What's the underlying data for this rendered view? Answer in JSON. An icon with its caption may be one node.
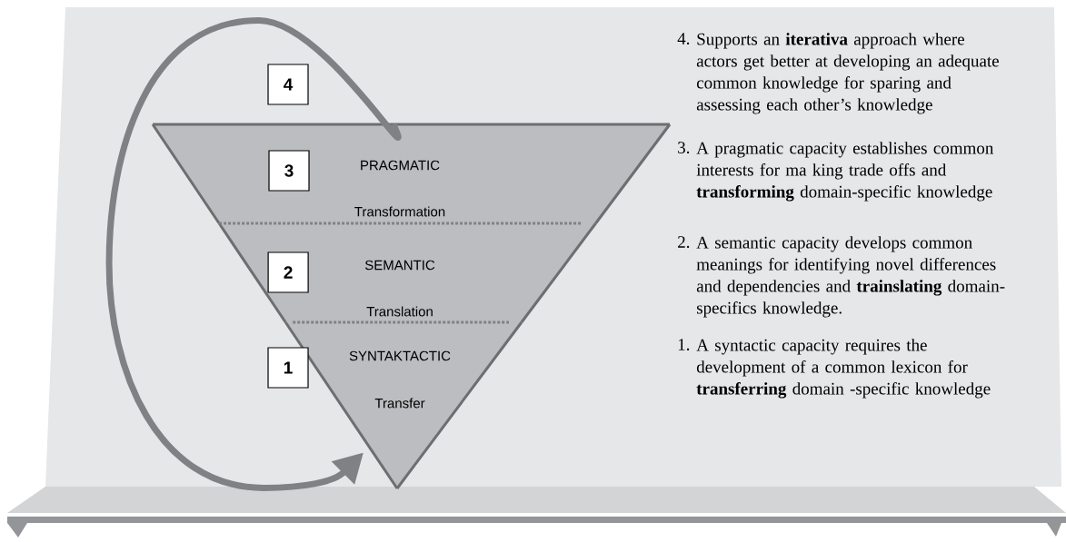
{
  "diagram": {
    "nodes": [
      {
        "text": [
          "4"
        ]
      },
      {
        "text": [
          "PRAGMATIC",
          "Transformation"
        ]
      },
      {
        "text": [
          "3"
        ],
        "in": 1
      },
      {
        "text": [
          "SEMANTIC",
          "Translation"
        ]
      },
      {
        "text": [
          "2"
        ],
        "in": 3
      },
      {
        "text": [
          "SYNTAKTACTIC",
          "Transfer"
        ]
      },
      {
        "text": [
          "1"
        ]
      }
    ],
    "edges": [
      {
        "from": 1,
        "to": 5,
        "arrow": "to"
      }
    ],
    "labels": [
      "4.",
      "Supports an **iterativa** approach where actors get better at developing an adequate common knowledge for sparing and assessing each other’s knowledge",
      "3.",
      "A pragmatic capacity establishes common interests for ma king trade offs and **transforming** domain-specific knowledge",
      "2.",
      "A semantic capacity develops common meanings for identifying novel differences and dependencies and **trainslating** domain-specifics knowledge.",
      "1.",
      "A syntactic capacity requires the development of a common lexicon for **transferring** domain -specific knowledge"
    ]
  }
}
